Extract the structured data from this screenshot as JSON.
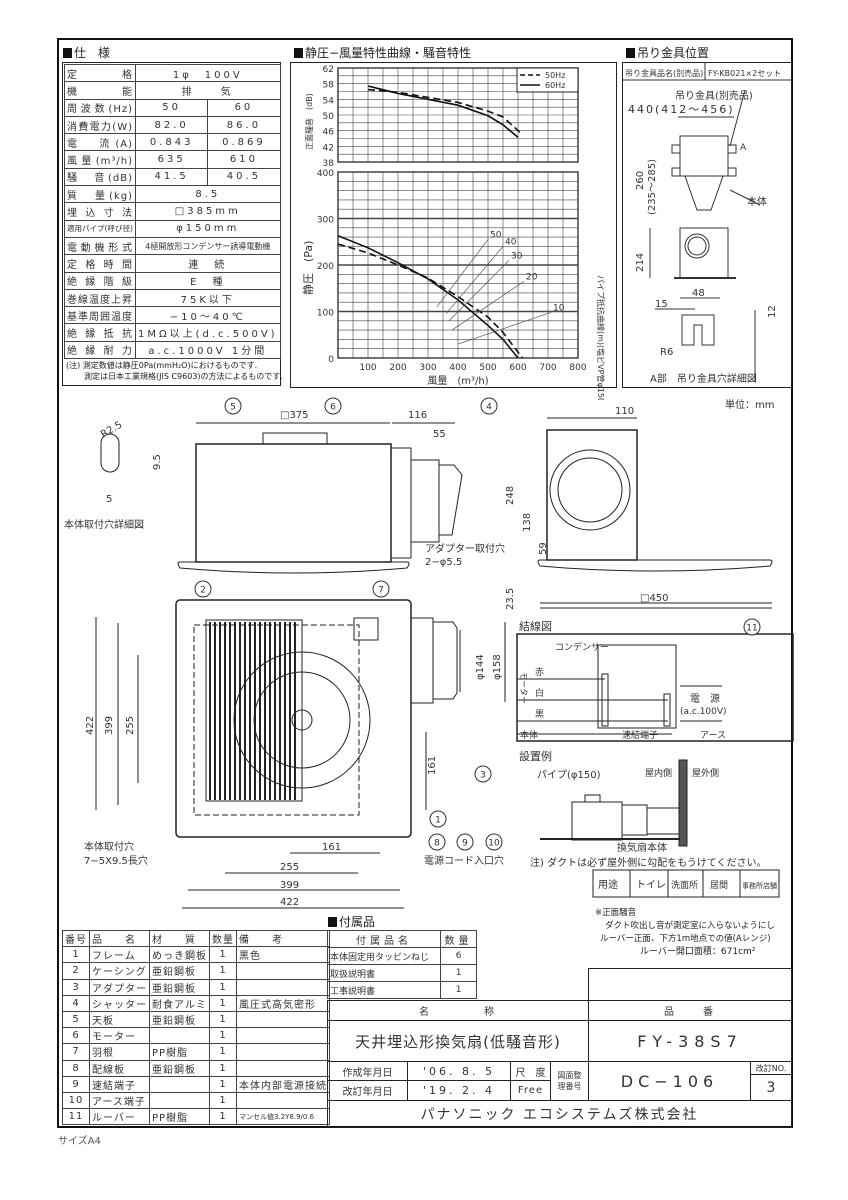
{
  "spec": {
    "heading": "仕　様",
    "rows": [
      {
        "label": "定　　　格",
        "v": "1φ　100V"
      },
      {
        "label": "機　　　能",
        "v": "排　　気"
      },
      {
        "label": "周波数(Hz)",
        "v50": "50",
        "v60": "60"
      },
      {
        "label": "消費電力(W)",
        "v50": "82.0",
        "v60": "86.0"
      },
      {
        "label": "電　流(A)",
        "v50": "0.843",
        "v60": "0.869"
      },
      {
        "label": "風量(m³/h)",
        "v50": "635",
        "v60": "610"
      },
      {
        "label": "騒　音(dB)",
        "v50": "41.5",
        "v60": "40.5"
      },
      {
        "label": "質　量(kg)",
        "v": "8.5"
      },
      {
        "label": "埋込寸法",
        "v": "□385mm"
      },
      {
        "label": "適用パイプ(呼び径)",
        "v": "φ150mm"
      },
      {
        "label": "電動機形式",
        "v": "4極開放形コンデンサー誘導電動機"
      },
      {
        "label": "定格時間",
        "v": "連　続"
      },
      {
        "label": "絶縁階級",
        "v": "E　種"
      },
      {
        "label": "巻線温度上昇",
        "v": "75K以下"
      },
      {
        "label": "基準周囲温度",
        "v": "−10〜40℃"
      },
      {
        "label": "絶縁抵抗",
        "v": "1MΩ以上(d.c.500V)"
      },
      {
        "label": "絶縁耐力",
        "v": "a.c.1000V 1分間"
      }
    ],
    "note1": "(注) 測定数値は静圧0Pa(mmH₂O)におけるものです.",
    "note2": "測定は日本工業規格(JIS C9603)の方法によるものです."
  },
  "chart_heading": "静圧−風量特性曲線・騒音特性",
  "chart_data": {
    "type": "line",
    "title": "静圧−風量特性曲線・騒音特性",
    "xlabel": "風量　(m³/h)",
    "xlim": [
      0,
      800
    ],
    "xticks": [
      "100",
      "200",
      "300",
      "400",
      "500",
      "600",
      "700",
      "800"
    ],
    "noise": {
      "ylabel": "正面騒音　(dB)",
      "ylim": [
        38,
        62
      ],
      "yticks": [
        "62",
        "58",
        "54",
        "50",
        "46",
        "42",
        "38"
      ],
      "series": [
        {
          "name": "50Hz",
          "style": "dashed",
          "x": [
            100,
            200,
            300,
            400,
            500,
            550,
            615
          ],
          "y": [
            56.5,
            55.8,
            54.5,
            53.2,
            51,
            49.5,
            45
          ]
        },
        {
          "name": "60Hz",
          "style": "solid",
          "x": [
            100,
            200,
            300,
            400,
            500,
            550,
            600
          ],
          "y": [
            57.4,
            55.5,
            54,
            52.5,
            49.8,
            47.5,
            44.3
          ]
        }
      ]
    },
    "pressure": {
      "ylabel": "静圧　(Pa)",
      "ylim": [
        0,
        400
      ],
      "yticks": [
        "400",
        "300",
        "200",
        "100",
        "0"
      ],
      "series": [
        {
          "name": "50Hz",
          "style": "dashed",
          "x": [
            0,
            100,
            200,
            300,
            400,
            500,
            550,
            615
          ],
          "y": [
            245,
            226,
            200,
            172,
            132,
            88,
            55,
            0
          ]
        },
        {
          "name": "60Hz",
          "style": "solid",
          "x": [
            0,
            100,
            200,
            300,
            400,
            500,
            550,
            600
          ],
          "y": [
            263,
            237,
            205,
            170,
            125,
            70,
            40,
            0
          ]
        }
      ],
      "pipe_label": "パイプ抵抗曲線(m)(塩ビVP管φ150)",
      "pipe_curves": [
        {
          "name": "50",
          "x": [
            330,
            500
          ],
          "y": [
            110,
            255
          ]
        },
        {
          "name": "40",
          "x": [
            360,
            550
          ],
          "y": [
            95,
            240
          ]
        },
        {
          "name": "30",
          "x": [
            370,
            570
          ],
          "y": [
            80,
            210
          ]
        },
        {
          "name": "20",
          "x": [
            380,
            620
          ],
          "y": [
            60,
            165
          ]
        },
        {
          "name": "10",
          "x": [
            400,
            710
          ],
          "y": [
            30,
            98
          ]
        }
      ]
    },
    "legend": [
      "50Hz",
      "60Hz"
    ],
    "legend_position": "top-right",
    "grid": true
  },
  "hanger": {
    "heading": "吊り金具位置",
    "name_label": "吊り金具品名(別売品)",
    "name_value": "FY-KB021×2セット",
    "bracket": "吊り金具(別売品)",
    "dim_w": "440(412〜456)",
    "dim_h": "260",
    "dim_h2": "(235〜285)",
    "a": "A",
    "body": "本体",
    "dim_214": "214",
    "dim_48": "48",
    "dim_15": "15",
    "dim_12": "12",
    "r6": "R6",
    "detail": "A部　吊り金具穴詳細図"
  },
  "unit": "単位：mm",
  "drawing": {
    "r25": "R2.5",
    "d95": "9.5",
    "d5": "5",
    "hole_detail": "本体取付穴詳細図",
    "d375": "□375",
    "d116": "116",
    "d55": "55",
    "d248": "248",
    "d138": "138",
    "d59": "59",
    "d235": "23.5",
    "d110": "110",
    "d450": "□450",
    "adapter1": "アダプター取付穴",
    "adapter2": "2−φ5.5",
    "d144": "φ144",
    "d158": "φ158",
    "d422": "422",
    "d399": "399",
    "d255": "255",
    "d161": "161",
    "hole1": "本体取付穴",
    "hole2": "7−5X9.5長穴",
    "cord": "電源コード入口穴",
    "callouts": [
      "1",
      "2",
      "3",
      "4",
      "5",
      "6",
      "7",
      "8",
      "9",
      "10",
      "11"
    ]
  },
  "wiring": {
    "heading": "結線図",
    "capacitor": "コンデンサー",
    "red": "赤",
    "white": "白",
    "black": "黒",
    "motor": "モーター",
    "power": "電　源",
    "power_v": "(a.c.100V)",
    "body": "本体",
    "terminal": "速結端子",
    "earth": "アース"
  },
  "install": {
    "heading": "設置例",
    "pipe": "パイプ(φ150)",
    "indoor": "屋内側",
    "outdoor": "屋外側",
    "fan_body": "換気扇本体",
    "note": "注) ダクトは必ず屋外側に勾配をもうけてください。"
  },
  "usage": [
    "用途",
    "トイレ",
    "洗面所",
    "居間",
    "事務所店舗"
  ],
  "noise_note": {
    "title": "※正面騒音",
    "l1": "ダクト吹出し音が測定室に入らないようにし",
    "l2": "ルーバー正面、下方1m地点での値(Aレンジ)",
    "l3": "ルーバー開口面積：671cm²"
  },
  "parts": {
    "headers": [
      "番号",
      "品　　名",
      "材　　質",
      "数量",
      "備　　考"
    ],
    "rows": [
      [
        "1",
        "フレーム",
        "めっき鋼板",
        "1",
        "黒色"
      ],
      [
        "2",
        "ケーシング",
        "亜鉛鋼板",
        "1",
        ""
      ],
      [
        "3",
        "アダプター",
        "亜鉛鋼板",
        "1",
        ""
      ],
      [
        "4",
        "シャッター",
        "耐食アルミ",
        "1",
        "風圧式高気密形"
      ],
      [
        "5",
        "天板",
        "亜鉛鋼板",
        "1",
        ""
      ],
      [
        "6",
        "モーター",
        "",
        "1",
        ""
      ],
      [
        "7",
        "羽根",
        "PP樹脂",
        "1",
        ""
      ],
      [
        "8",
        "配線板",
        "亜鉛鋼板",
        "1",
        ""
      ],
      [
        "9",
        "速結端子",
        "",
        "1",
        "本体内部電源接続"
      ],
      [
        "10",
        "アース端子",
        "",
        "1",
        ""
      ],
      [
        "11",
        "ルーバー",
        "PP樹脂",
        "1",
        "マンセル値3.2Y8.9/0.6"
      ]
    ]
  },
  "accessories": {
    "heading": "付属品",
    "headers": [
      "付属品名",
      "数量"
    ],
    "rows": [
      [
        "本体固定用タッピンねじ",
        "6"
      ],
      [
        "取扱説明書",
        "1"
      ],
      [
        "工事説明書",
        "1"
      ]
    ]
  },
  "title_block": {
    "name_h": "名　　　　称",
    "name": "天井埋込形換気扇(低騒音形)",
    "part_h": "品　　番",
    "part": "FY-38S7",
    "created_l": "作成年月日",
    "created": "'06. 8. 5",
    "revised_l": "改訂年月日",
    "revised": "'19. 2. 4",
    "scale_l": "尺　度",
    "scale": "Free",
    "drawing_no_l": "図面整理番号",
    "drawing_no": "DC−106",
    "rev_l": "改訂NO.",
    "rev": "3",
    "company": "パナソニック エコシステムズ株式会社"
  },
  "size": "サイズA4"
}
